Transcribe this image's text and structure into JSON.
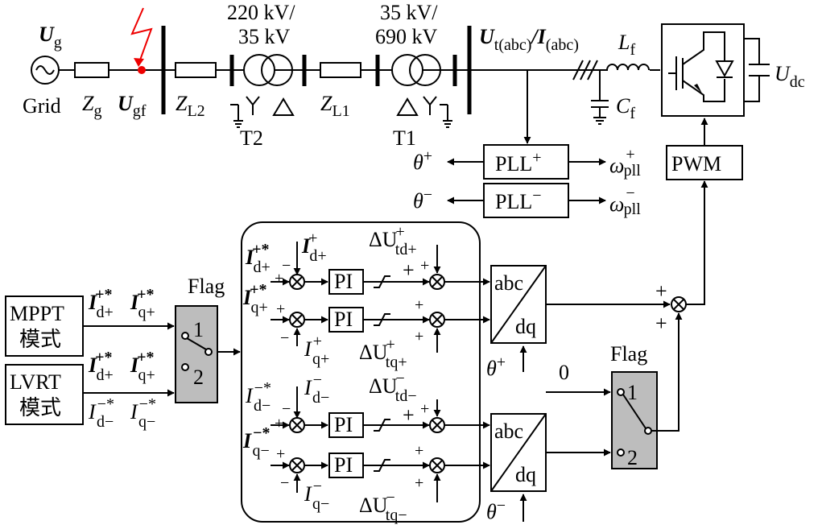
{
  "grid": {
    "u": "U",
    "u_sub": "g",
    "label": "Grid",
    "zg": "Z",
    "zg_sub": "g",
    "ugf": "U",
    "ugf_sub": "gf"
  },
  "t2": {
    "rating1": "220 kV/",
    "rating2": "35 kV",
    "name": "T2",
    "zl2": "Z",
    "zl2_sub": "L2"
  },
  "t1": {
    "rating1": "35 kV/",
    "rating2": "690 kV",
    "name": "T1",
    "zl1": "Z",
    "zl1_sub": "L1"
  },
  "terminal": {
    "u": "U",
    "u_sub": "t(abc)",
    "slash": "/",
    "i": "I",
    "i_sub": "(abc)"
  },
  "filter": {
    "lf": "L",
    "lf_sub": "f",
    "cf": "C",
    "cf_sub": "f",
    "udc": "U",
    "udc_sub": "dc"
  },
  "blocks": {
    "pwm": "PWM",
    "pll": "PLL",
    "pi": "PI",
    "abc": "abc",
    "dq": "dq",
    "flag": "Flag",
    "mppt": "MPPT",
    "lvrt": "LVRT",
    "mode": "模式",
    "one": "1",
    "two": "2",
    "zero": "0"
  },
  "signals": {
    "theta": "θ",
    "omega": "ω",
    "pll_sub": "pll",
    "plus": "+",
    "minus": "−",
    "star": "*",
    "I": "I",
    "dU": "ΔU",
    "d_plus": "d+",
    "q_plus": "q+",
    "d_minus": "d−",
    "q_minus": "q−",
    "td_plus": "td+",
    "tq_plus": "tq+",
    "td_minus": "td−",
    "tq_minus": "tq−",
    "plus_star": "+*",
    "minus_star": "−*"
  }
}
